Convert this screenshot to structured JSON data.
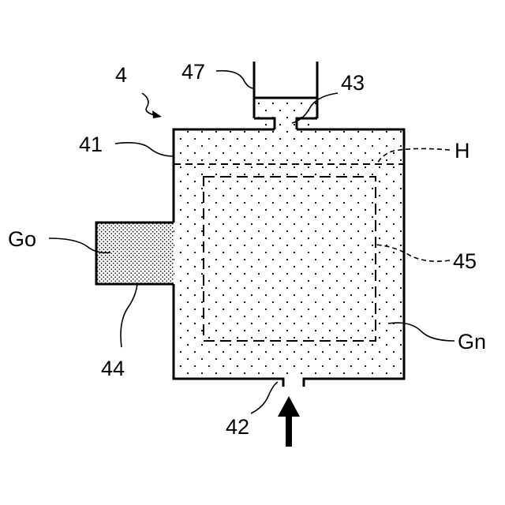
{
  "figure": {
    "labels": {
      "device": "4",
      "container": "41",
      "inlet": "42",
      "outlet_opening": "43",
      "side_port": "44",
      "inner_region": "45",
      "pipe": "47",
      "level": "H",
      "gas_out": "Go",
      "gas_in": "Gn"
    },
    "colors": {
      "line": "#000000",
      "background": "#ffffff",
      "dots": "#000000"
    }
  }
}
